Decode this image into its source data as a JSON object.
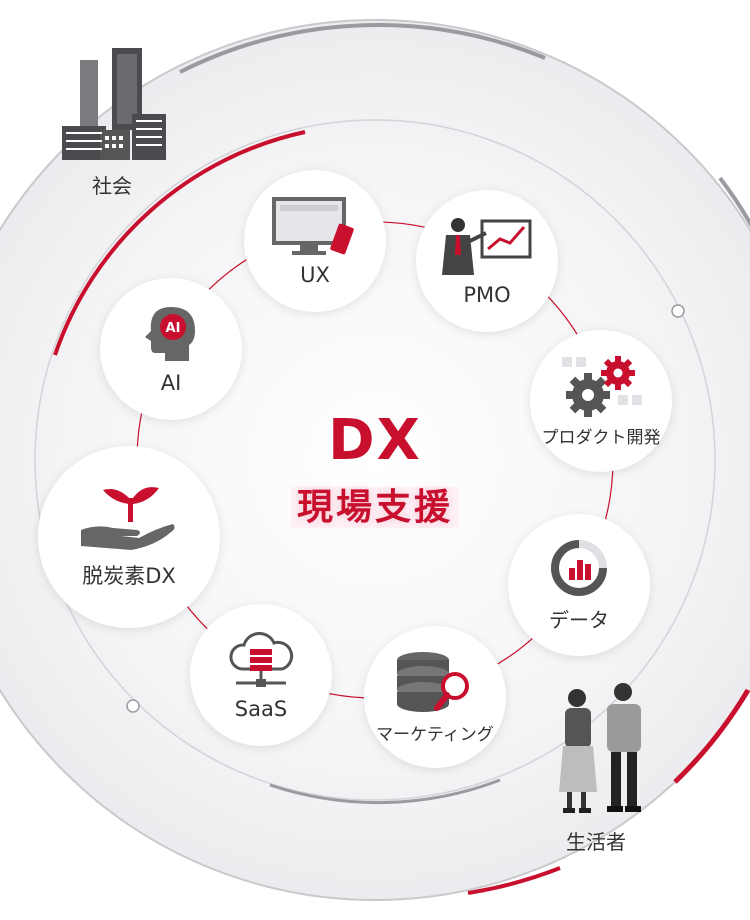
{
  "center": {
    "title": "DX",
    "subtitle": "現場支援"
  },
  "society": {
    "label": "社会"
  },
  "consumer": {
    "label": "生活者"
  },
  "nodes": {
    "ux": {
      "label": "UX"
    },
    "pmo": {
      "label": "PMO"
    },
    "product": {
      "label": "プロダクト開発"
    },
    "data": {
      "label": "データ"
    },
    "marketing": {
      "label": "マーケティング"
    },
    "saas": {
      "label": "SaaS"
    },
    "decarbon": {
      "label": "脱炭素DX"
    },
    "ai": {
      "label": "AI",
      "icon_text": "AI"
    }
  },
  "colors": {
    "accent": "#c8102e",
    "icon_gray": "#555555",
    "ring_gray": "#9a9aa0"
  }
}
